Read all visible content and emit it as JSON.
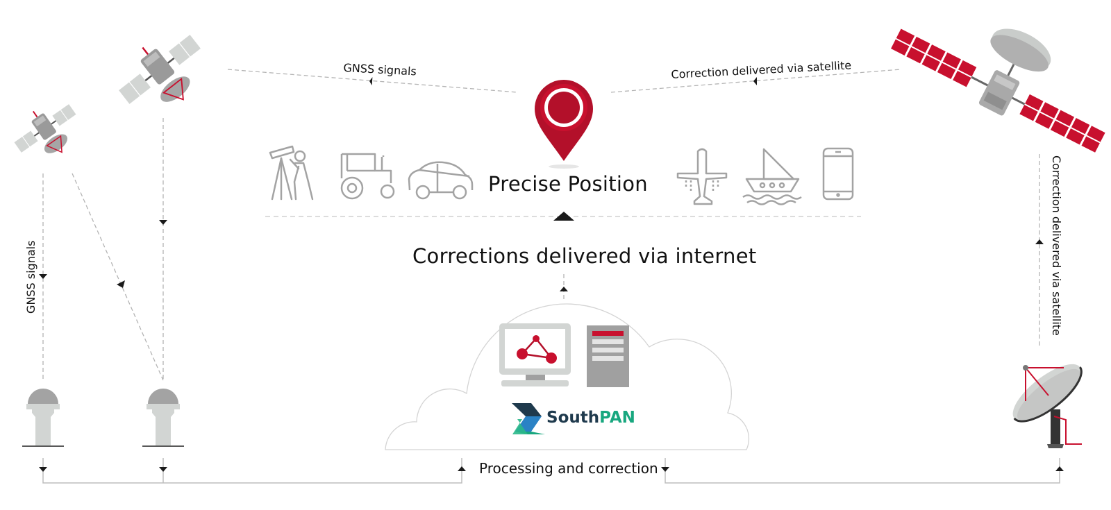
{
  "labels": {
    "gnss_signals_top": "GNSS signals",
    "gnss_signals_side": "GNSS signals",
    "correction_via_satellite_top": "Correction delivered via satellite",
    "correction_via_satellite_side": "Correction delivered via satellite",
    "precise_position": "Precise Position",
    "corrections_via_internet": "Corrections delivered via internet",
    "processing_and_correction": "Processing and correction"
  },
  "brand": {
    "name_part1": "South",
    "name_part2": "PAN",
    "color_part1": "#1f3a4d",
    "color_part2": "#18a77f"
  },
  "colors": {
    "accent_red": "#c8102e",
    "gray_dark": "#8d8d8d",
    "gray_light": "#d2d5d3",
    "line": "#b4b4b4",
    "arrow": "#1a1a1a"
  },
  "icons": [
    "gnss-satellite-icon",
    "correction-satellite-icon",
    "location-pin-icon",
    "surveyor-icon",
    "tractor-icon",
    "car-icon",
    "airplane-icon",
    "boat-icon",
    "smartphone-icon",
    "cloud-icon",
    "monitor-network-icon",
    "server-icon",
    "ground-station-icon",
    "satellite-dish-icon",
    "southpan-logo-icon"
  ]
}
